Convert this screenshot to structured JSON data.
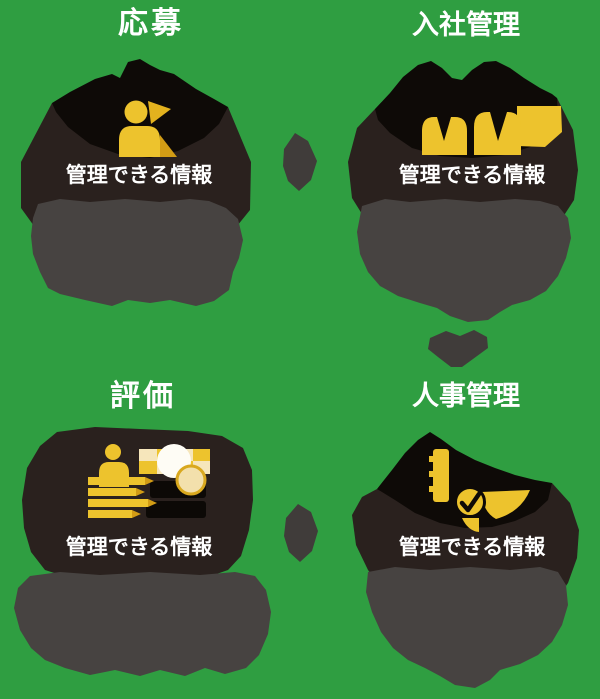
{
  "diagram": {
    "background_color": "#2f9e41",
    "sections": [
      {
        "id": "application",
        "position": "top-left",
        "title": "応募",
        "label": "管理できる情報",
        "icon": "person-applicant-icon"
      },
      {
        "id": "onboarding",
        "position": "top-right",
        "title": "入社管理",
        "label": "管理できる情報",
        "icon": "two-people-icon"
      },
      {
        "id": "evaluation",
        "position": "bottom-left",
        "title": "評価",
        "label": "管理できる情報",
        "icon": "evaluation-checklist-icon"
      },
      {
        "id": "hr",
        "position": "bottom-right",
        "title": "人事管理",
        "label": "管理できる情報",
        "icon": "document-check-icon"
      }
    ],
    "arrows": [
      {
        "from": "応募",
        "to": "入社管理",
        "direction": "right"
      },
      {
        "from": "入社管理",
        "to": "人事管理",
        "direction": "down"
      },
      {
        "from": "人事管理",
        "to": "評価",
        "direction": "left"
      }
    ],
    "colors": {
      "accent_yellow": "#edc32d",
      "accent_yellow_dark": "#d29c15",
      "accent_cream": "#f6e6bb",
      "card_black": "#0e0a07",
      "card_brown": "#2a211e",
      "blob_gray": "#474341",
      "arrow_gray": "#403c3a",
      "text_white": "#ffffff"
    }
  }
}
